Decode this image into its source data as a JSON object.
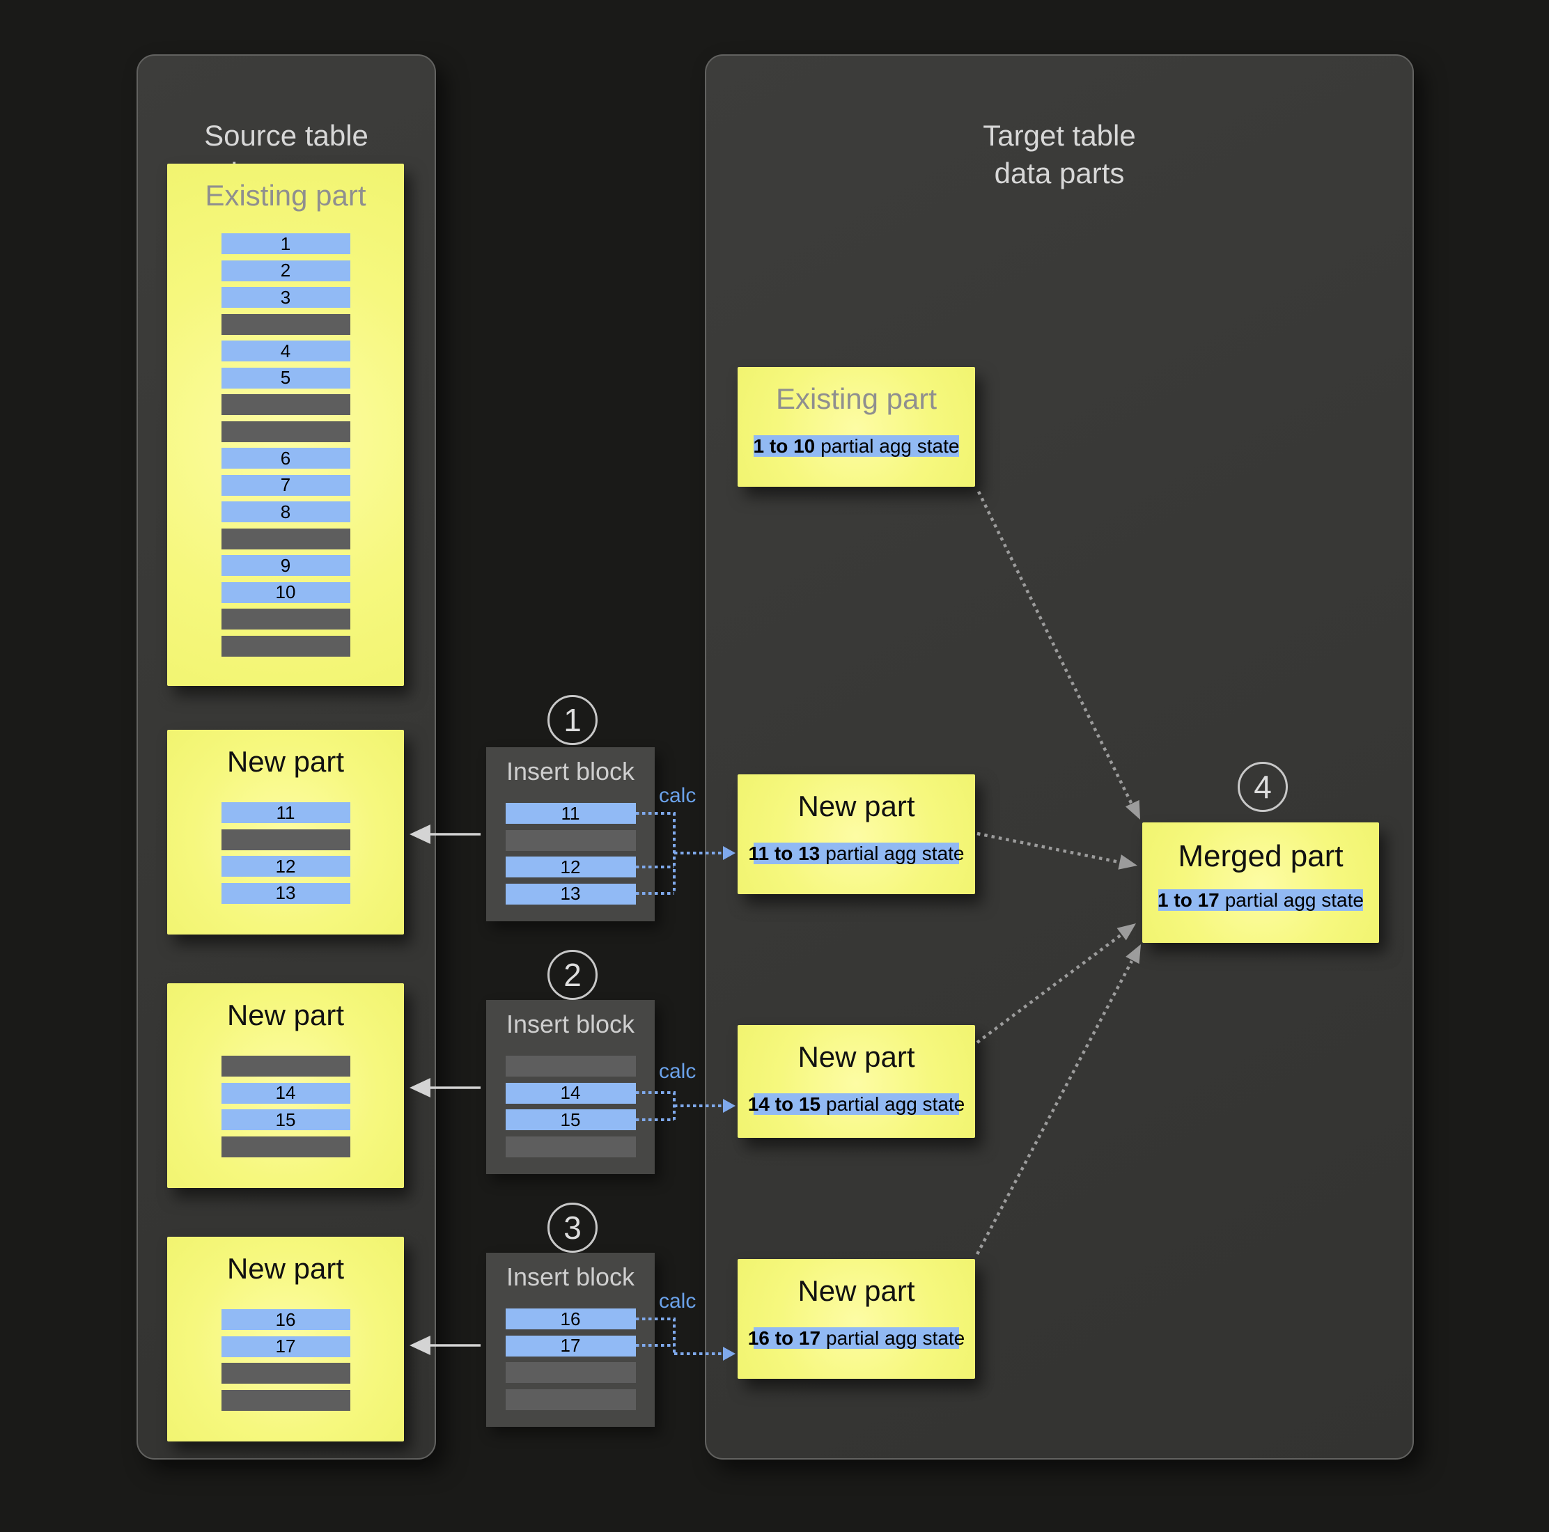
{
  "colors": {
    "background": "#1a1a18",
    "panel": "#383836",
    "part_yellow": "#f6f87e",
    "row_blue": "#91baf5",
    "row_gray": "#5e5e5e",
    "calc_blue": "#6ba2ea",
    "arrow_gray": "#9c9c9c",
    "arrow_solid": "#d4d4d4"
  },
  "source_panel": {
    "title_line1": "Source table",
    "title_line2": "data parts",
    "existing_part": {
      "title": "Existing part",
      "rows": [
        "1",
        "2",
        "3",
        null,
        "4",
        "5",
        null,
        null,
        "6",
        "7",
        "8",
        null,
        "9",
        "10",
        null,
        null
      ]
    },
    "new_parts": [
      {
        "title": "New part",
        "rows": [
          "11",
          null,
          "12",
          "13"
        ]
      },
      {
        "title": "New part",
        "rows": [
          null,
          "14",
          "15",
          null
        ]
      },
      {
        "title": "New part",
        "rows": [
          "16",
          "17",
          null,
          null
        ]
      }
    ]
  },
  "insert_blocks": [
    {
      "step": "1",
      "title": "Insert block",
      "calc_label": "calc",
      "rows": [
        "11",
        null,
        "12",
        "13"
      ]
    },
    {
      "step": "2",
      "title": "Insert block",
      "calc_label": "calc",
      "rows": [
        null,
        "14",
        "15",
        null
      ]
    },
    {
      "step": "3",
      "title": "Insert block",
      "calc_label": "calc",
      "rows": [
        "16",
        "17",
        null,
        null
      ]
    }
  ],
  "target_panel": {
    "title_line1": "Target table",
    "title_line2": "data parts",
    "existing_part": {
      "title": "Existing part",
      "agg_range": "1 to 10",
      "agg_suffix": "partial agg state"
    },
    "new_parts": [
      {
        "title": "New part",
        "agg_range": "11 to 13",
        "agg_suffix": "partial agg state"
      },
      {
        "title": "New part",
        "agg_range": "14 to 15",
        "agg_suffix": "partial agg state"
      },
      {
        "title": "New part",
        "agg_range": "16 to 17",
        "agg_suffix": "partial agg state"
      }
    ],
    "merged_part": {
      "step": "4",
      "title": "Merged part",
      "agg_range": "1 to 17",
      "agg_suffix": "partial agg state"
    }
  }
}
